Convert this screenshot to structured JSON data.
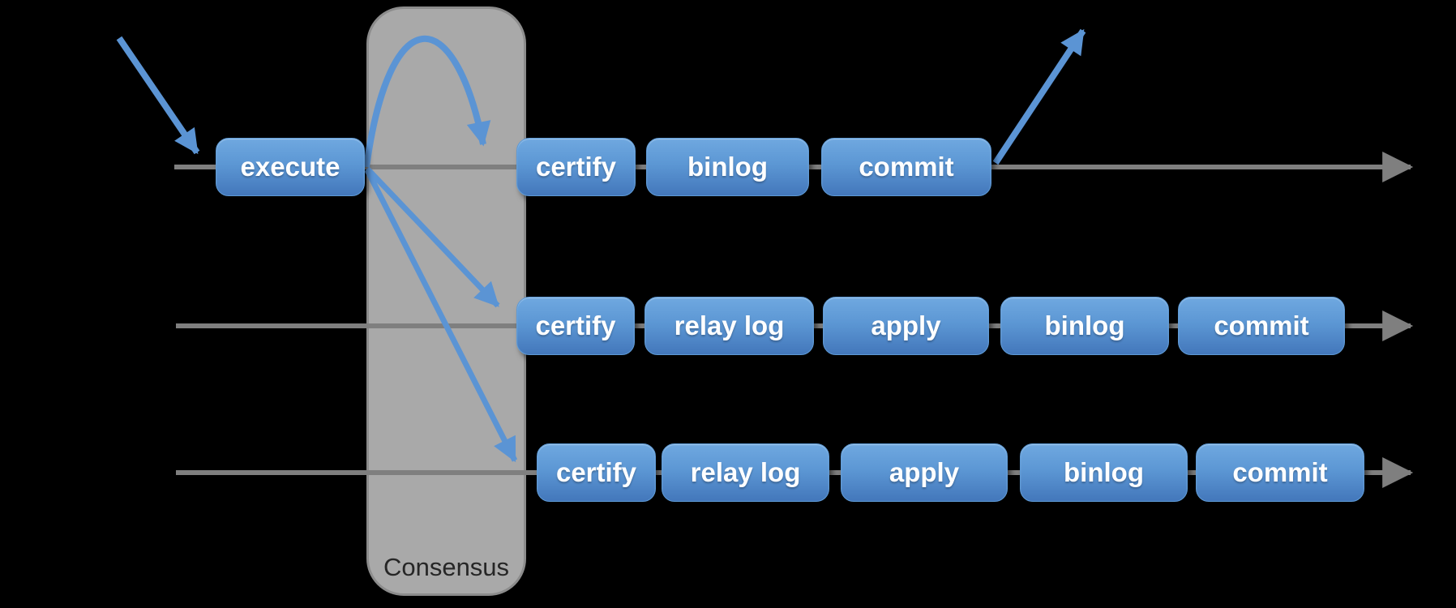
{
  "diagram": {
    "consensus_label": "Consensus",
    "rows": [
      {
        "steps": [
          "execute",
          "certify",
          "binlog",
          "commit"
        ]
      },
      {
        "steps": [
          "certify",
          "relay log",
          "apply",
          "binlog",
          "commit"
        ]
      },
      {
        "steps": [
          "certify",
          "relay log",
          "apply",
          "binlog",
          "commit"
        ]
      }
    ]
  },
  "colors": {
    "background": "#000000",
    "step_box_top": "#6FA8E0",
    "step_box_bottom": "#4377BB",
    "step_text": "#FFFFFF",
    "timeline_gray": "#7F7F7F",
    "consensus_fill": "#A9A9A9",
    "consensus_border": "#8C8C8C",
    "consensus_text": "#262626",
    "arrow_blue": "#5B94D4"
  }
}
